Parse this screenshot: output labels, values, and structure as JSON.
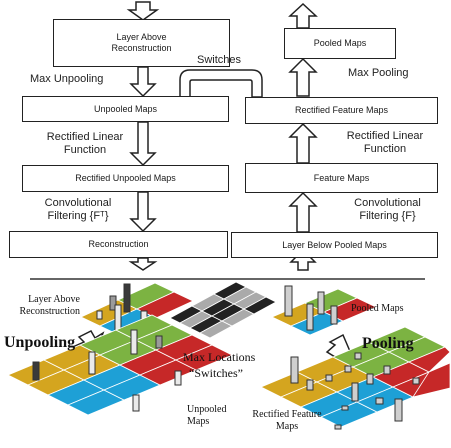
{
  "deconvnet": {
    "box_layer_above": "Layer Above Reconstruction",
    "label_max_unpooling": "Max Unpooling",
    "box_unpooled_maps": "Unpooled Maps",
    "label_rectified_linear": "Rectified Linear Function",
    "box_rectified_unpooled": "Rectified Unpooled Maps",
    "label_conv_filtering": "Convolutional Filtering {Fᵀ}",
    "box_reconstruction": "Reconstruction"
  },
  "switches_label": "Switches",
  "convnet": {
    "box_pooled_maps": "Pooled Maps",
    "label_max_pooling": "Max Pooling",
    "box_rectified_feature": "Rectified Feature Maps",
    "label_rectified_linear": "Rectified Linear Function",
    "box_feature_maps": "Feature Maps",
    "label_conv_filtering": "Convolutional Filtering {F}",
    "box_layer_below": "Layer Below Pooled Maps"
  },
  "illustration": {
    "layer_above_reconstruction": "Layer Above Reconstruction",
    "unpooling": "Unpooling",
    "max_locations": "Max Locations",
    "switches": "“Switches”",
    "unpooled_maps": "Unpooled Maps",
    "pooled_maps": "Pooled Maps",
    "pooling": "Pooling",
    "rectified_feature_maps": "Rectified Feature Maps"
  },
  "colors": {
    "yellow": "#d4a51f",
    "green": "#7cb342",
    "blue": "#1ea0d6",
    "red": "#c62828"
  }
}
